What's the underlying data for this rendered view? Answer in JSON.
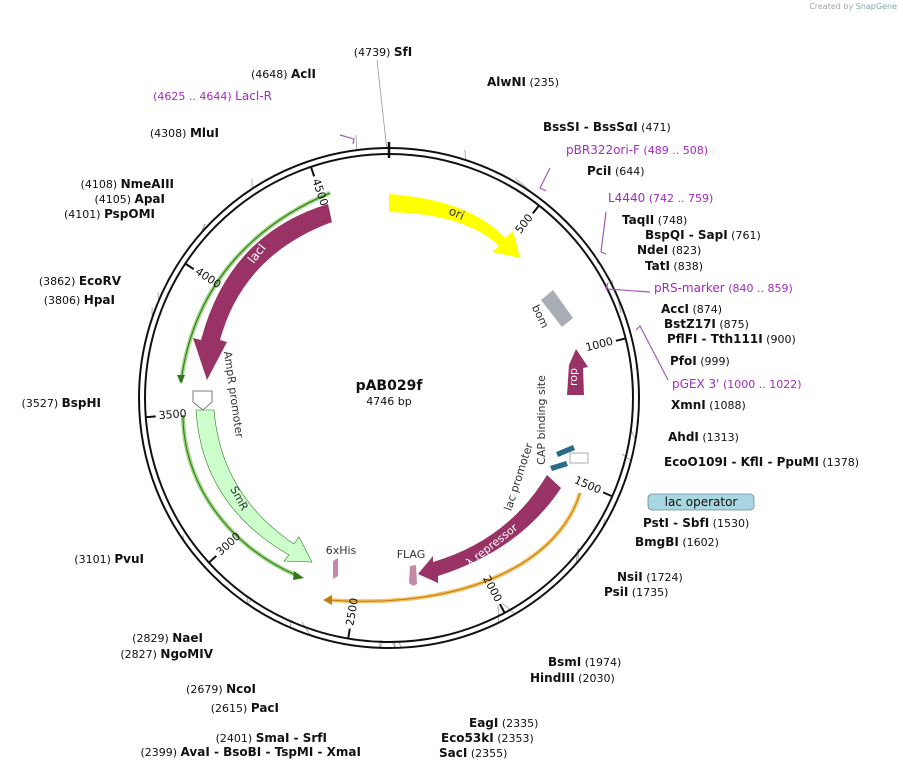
{
  "credit": {
    "prefix": "Created by",
    "brand": "SnapGene"
  },
  "plasmid": {
    "name": "pAB029f",
    "length_label": "4746 bp",
    "length": 4746
  },
  "ticks": [
    "500",
    "1000",
    "1500",
    "2000",
    "2500",
    "3000",
    "3500",
    "4000",
    "4500"
  ],
  "features": [
    {
      "label": "ori",
      "color": "#ffff00"
    },
    {
      "label": "bom",
      "color": "#a9aeb5"
    },
    {
      "label": "rop",
      "color": "#993366"
    },
    {
      "label": "CAP binding site",
      "color": "#2d6b8a"
    },
    {
      "label": "lac promoter",
      "color": "#2d6b8a"
    },
    {
      "label": "lac operator",
      "color": "#a9d7e1"
    },
    {
      "label": "λ repressor",
      "color": "#993366"
    },
    {
      "label": "FLAG",
      "color": "#c48aa5"
    },
    {
      "label": "6xHis",
      "color": "#c48aa5"
    },
    {
      "label": "SmR",
      "color": "#ccffcc"
    },
    {
      "label": "AmpR promoter",
      "color": "#ffffff"
    },
    {
      "label": "lacI",
      "color": "#993366"
    }
  ],
  "sites": [
    {
      "name": "SfI",
      "pos": "(4739)"
    },
    {
      "name": "AclI",
      "pos": "(4648)"
    },
    {
      "name": "MluI",
      "pos": "(4308)"
    },
    {
      "name": "NmeAIII",
      "pos": "(4108)"
    },
    {
      "name": "ApaI",
      "pos": "(4105)"
    },
    {
      "name": "PspOMI",
      "pos": "(4101)"
    },
    {
      "name": "EcoRV",
      "pos": "(3862)"
    },
    {
      "name": "HpaI",
      "pos": "(3806)"
    },
    {
      "name": "BspHI",
      "pos": "(3527)"
    },
    {
      "name": "PvuI",
      "pos": "(3101)"
    },
    {
      "name": "NaeI",
      "pos": "(2829)"
    },
    {
      "name": "NgoMIV",
      "pos": "(2827)"
    },
    {
      "name": "NcoI",
      "pos": "(2679)"
    },
    {
      "name": "PacI",
      "pos": "(2615)"
    },
    {
      "name": "SmaI - SrfI",
      "pos": "(2401)"
    },
    {
      "name": "AvaI - BsoBI - TspMI - XmaI",
      "pos": "(2399)"
    },
    {
      "name": "SacI",
      "pos": "(2355)"
    },
    {
      "name": "Eco53kI",
      "pos": "(2353)"
    },
    {
      "name": "EagI",
      "pos": "(2335)"
    },
    {
      "name": "HindIII",
      "pos": "(2030)"
    },
    {
      "name": "BsmI",
      "pos": "(1974)"
    },
    {
      "name": "PsiI",
      "pos": "(1735)"
    },
    {
      "name": "NsiI",
      "pos": "(1724)"
    },
    {
      "name": "BmgBI",
      "pos": "(1602)"
    },
    {
      "name": "PstI - SbfI",
      "pos": "(1530)"
    },
    {
      "name": "EcoO109I - KflI - PpuMI",
      "pos": "(1378)"
    },
    {
      "name": "AhdI",
      "pos": "(1313)"
    },
    {
      "name": "XmnI",
      "pos": "(1088)"
    },
    {
      "name": "PfoI",
      "pos": "(999)"
    },
    {
      "name": "PflFI - Tth111I",
      "pos": "(900)"
    },
    {
      "name": "BstZ17I",
      "pos": "(875)"
    },
    {
      "name": "AccI",
      "pos": "(874)"
    },
    {
      "name": "TatI",
      "pos": "(838)"
    },
    {
      "name": "NdeI",
      "pos": "(823)"
    },
    {
      "name": "BspQI - SapI",
      "pos": "(761)"
    },
    {
      "name": "TaqII",
      "pos": "(748)"
    },
    {
      "name": "PciI",
      "pos": "(644)"
    },
    {
      "name": "BssSI - BssSαI",
      "pos": "(471)"
    },
    {
      "name": "AlwNI",
      "pos": "(235)"
    }
  ],
  "primers": [
    {
      "name": "LacI-R",
      "range": "(4625 .. 4644)"
    },
    {
      "name": "pBR322ori-F",
      "range": "(489 .. 508)"
    },
    {
      "name": "L4440",
      "range": "(742 .. 759)"
    },
    {
      "name": "pRS-marker",
      "range": "(840 .. 859)"
    },
    {
      "name": "pGEX 3'",
      "range": "(1000 .. 1022)"
    }
  ]
}
